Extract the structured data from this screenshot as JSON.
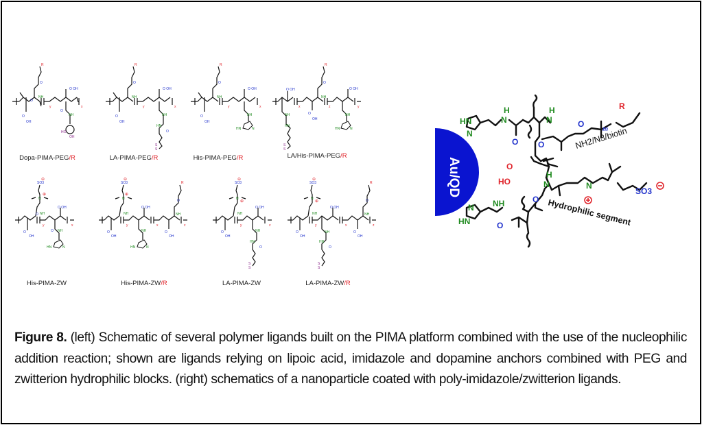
{
  "figure": {
    "number_label": "Figure 8.",
    "caption_text": " (left) Schematic of several polymer ligands built on the PIMA platform combined with the use of the nucleophilic addition reaction; shown are ligands relying on lipoic acid, imidazole and dopamine anchors combined with PEG and zwitterion hydrophilic blocks. (right) schematics of a nanoparticle coated with poly-imidazole/zwitterion ligands."
  },
  "left_panel": {
    "structures": [
      {
        "name": "Dopa-PIMA-PEG",
        "suffix": "/R",
        "anchor": "dopamine",
        "hydrophilic": "PEG",
        "subscripts": [
          "y",
          "x",
          "m"
        ]
      },
      {
        "name": "LA-PIMA-PEG",
        "suffix": "/R",
        "anchor": "lipoic acid",
        "hydrophilic": "PEG",
        "subscripts": [
          "y",
          "x",
          "m"
        ]
      },
      {
        "name": "His-PIMA-PEG",
        "suffix": "/R",
        "anchor": "imidazole",
        "hydrophilic": "PEG",
        "subscripts": [
          "y",
          "x",
          "m"
        ]
      },
      {
        "name": "LA/His-PIMA-PEG",
        "suffix": "/R",
        "anchor": "lipoic acid + imidazole",
        "hydrophilic": "PEG",
        "subscripts": [
          "x",
          "z",
          "y",
          "m"
        ]
      },
      {
        "name": "His-PIMA-ZW",
        "suffix": "",
        "anchor": "imidazole",
        "hydrophilic": "zwitterion",
        "subscripts": [
          "y",
          "x"
        ]
      },
      {
        "name": "His-PIMA-ZW",
        "suffix": "/R",
        "anchor": "imidazole",
        "hydrophilic": "zwitterion + PEG",
        "subscripts": [
          "y",
          "x",
          "z",
          "m"
        ]
      },
      {
        "name": "LA-PIMA-ZW",
        "suffix": "",
        "anchor": "lipoic acid",
        "hydrophilic": "zwitterion",
        "subscripts": [
          "y",
          "x"
        ]
      },
      {
        "name": "LA-PIMA-ZW",
        "suffix": "/R",
        "anchor": "lipoic acid",
        "hydrophilic": "zwitterion + PEG",
        "subscripts": [
          "y",
          "x",
          "z",
          "m"
        ]
      }
    ],
    "atom_labels": {
      "carboxyl": "OH",
      "carbonyl": "O",
      "amide": "NH",
      "r_group": "R",
      "sulfonate": "SO3",
      "imidazole_nh": "HN",
      "imidazole_n": "N",
      "disulfide": "S",
      "catechol": "HO"
    }
  },
  "right_panel": {
    "particle_label": "Au/QD",
    "functional_group_label": "NH2/N3/biotin",
    "segment_label": "Hydrophilic segment",
    "peg_repeat": "m",
    "r_group": "R",
    "sulfonate": "SO3",
    "labels": {
      "imid_top_hn": "HN",
      "imid_top_n": "N",
      "imid_bot_n": "N",
      "imid_bot_hn": "HN",
      "amide_h": "H",
      "amide_n": "N",
      "nh": "NH",
      "o": "O",
      "ho": "HO",
      "n_plus": "N",
      "plus": "+",
      "minus": "−"
    },
    "colors": {
      "particle": "#0a14d0",
      "nitrogen": "#1f8a1f",
      "oxygen": "#2233cc",
      "acid": "#e0242b",
      "r_group": "#e0242b"
    }
  }
}
